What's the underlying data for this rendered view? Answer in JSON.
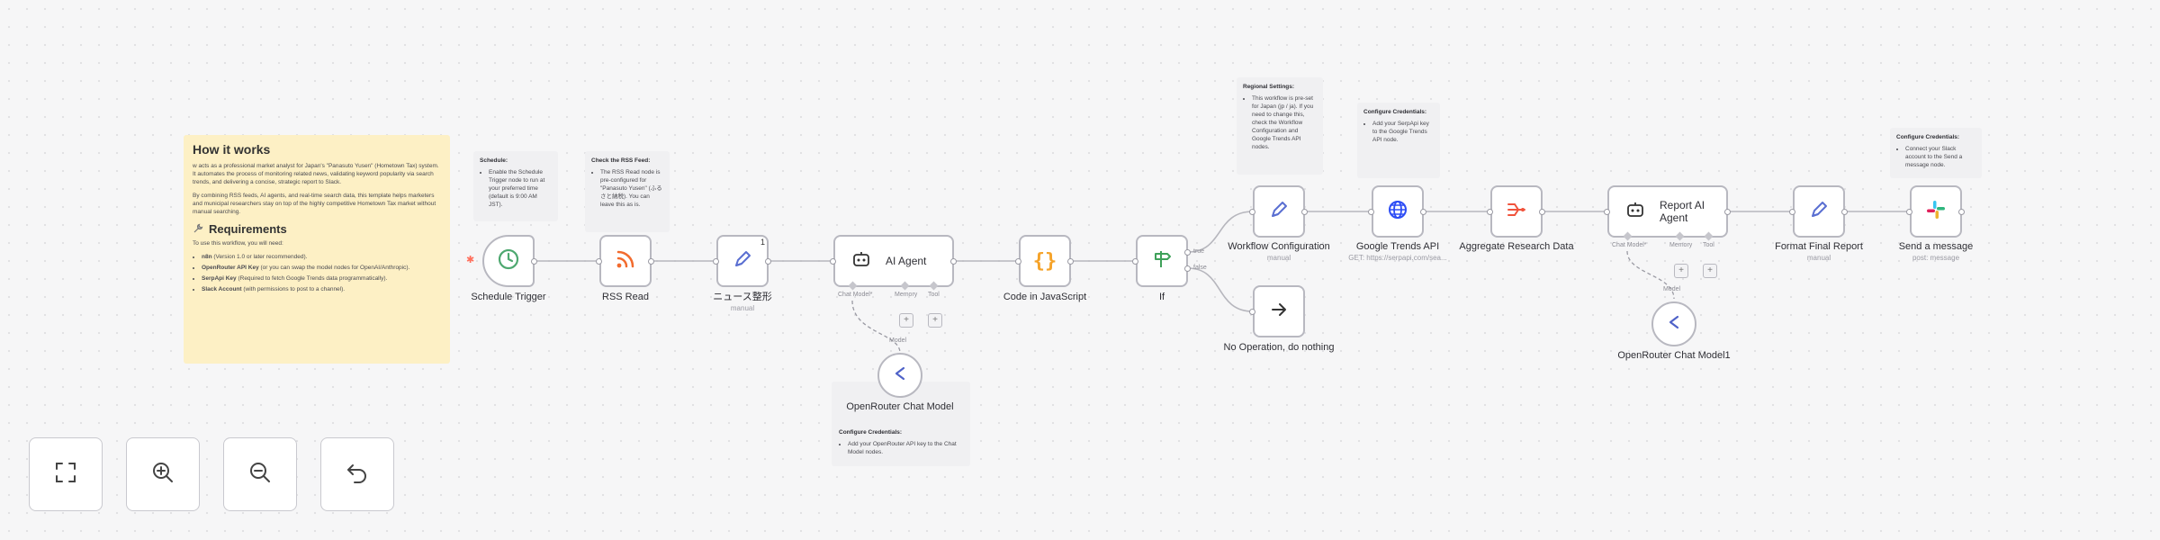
{
  "colors": {
    "accent": "#ff6f5c",
    "schedule_green": "#4ea870",
    "rss_orange": "#f26b2e",
    "edit_blue": "#5a6fd1",
    "code_orange": "#f5a32a",
    "if_green": "#3fa15a",
    "globe_blue": "#2c4cf5",
    "aggregate_red": "#f0533c"
  },
  "sticky_how": {
    "title": "How it works",
    "p1": "w acts as a professional market analyst for Japan's \"Panasuto Yusen\" (Hometown Tax) system. It automates the process of monitoring related news, validating keyword popularity via search trends, and delivering a concise, strategic report to Slack.",
    "p2": "By combining RSS feeds, AI agents, and real-time search data, this template helps marketers and municipal researchers stay on top of the highly competitive Hometown Tax market without manual searching.",
    "req_title": "Requirements",
    "req_icon": "wrench-icon",
    "req_intro": "To use this workflow, you will need:",
    "req": [
      {
        "name": "n8n",
        "desc": " (Version 1.0 or later recommended)."
      },
      {
        "name": "OpenRouter API Key",
        "desc": " (or you can swap the model nodes for OpenAI/Anthropic)."
      },
      {
        "name": "SerpApi Key",
        "desc": " (Required to fetch Google Trends data programmatically)."
      },
      {
        "name": "Slack Account",
        "desc": " (with permissions to post to a channel)."
      }
    ]
  },
  "sticky_schedule": {
    "title": "Schedule:",
    "item": "Enable the Schedule Trigger node to run at your preferred time (default is 9:00 AM JST)."
  },
  "sticky_rss": {
    "title": "Check the RSS Feed:",
    "item": "The RSS Read node is pre-configured for \"Panasuto Yusen\" (ふるさと納税). You can leave this as is."
  },
  "sticky_region": {
    "title": "Regional Settings:",
    "item": "This workflow is pre-set for Japan (jp / ja). If you need to change this, check the Workflow Configuration and Google Trends API nodes."
  },
  "sticky_cred_trends": {
    "title": "Configure Credentials:",
    "item": "Add your SerpApi key to the Google Trends API node."
  },
  "sticky_cred_slack": {
    "title": "Configure Credentials:",
    "item": "Connect your Slack account to the Send a message node."
  },
  "sticky_cred_chat": {
    "title": "Configure Credentials:",
    "item": "Add your OpenRouter API key to the Chat Model nodes."
  },
  "nodes": {
    "schedule": {
      "label": "Schedule Trigger",
      "icon": "clock-icon"
    },
    "rss": {
      "label": "RSS Read",
      "icon": "rss-icon"
    },
    "news": {
      "label": "ニュース整形",
      "sub": "manual",
      "badge": "1",
      "icon": "pencil-icon"
    },
    "agent1": {
      "label": "AI Agent",
      "icon": "robot-icon",
      "ports": [
        "Chat Model*",
        "Memory",
        "Tool"
      ]
    },
    "code": {
      "label": "Code in JavaScript",
      "icon": "braces-icon"
    },
    "if": {
      "label": "If",
      "icon": "signpost-icon",
      "branches": [
        "true",
        "false"
      ]
    },
    "config": {
      "label": "Workflow Configuration",
      "sub": "manual",
      "icon": "pencil-icon"
    },
    "noop": {
      "label": "No Operation, do nothing",
      "icon": "arrow-right-icon"
    },
    "trends": {
      "label": "Google Trends API",
      "sub": "GET: https://serpapi.com/sea...",
      "icon": "globe-icon"
    },
    "aggregate": {
      "label": "Aggregate Research Data",
      "icon": "aggregate-icon"
    },
    "agent2": {
      "label": "Report AI Agent",
      "icon": "robot-icon",
      "ports": [
        "Chat Model*",
        "Memory",
        "Tool"
      ]
    },
    "format": {
      "label": "Format Final Report",
      "sub": "manual",
      "icon": "pencil-icon"
    },
    "slack": {
      "label": "Send a message",
      "sub": "post: message",
      "icon": "slack-icon"
    },
    "chat1": {
      "label": "OpenRouter Chat Model",
      "icon": "openrouter-icon"
    },
    "chat2": {
      "label": "OpenRouter Chat Model1",
      "icon": "openrouter-icon"
    },
    "model_label": "Model"
  },
  "controls": [
    {
      "name": "zoom-to-fit",
      "icon": "fit-screen-icon"
    },
    {
      "name": "zoom-in",
      "icon": "zoom-in-icon"
    },
    {
      "name": "zoom-out",
      "icon": "zoom-out-icon"
    },
    {
      "name": "undo",
      "icon": "undo-icon"
    }
  ]
}
